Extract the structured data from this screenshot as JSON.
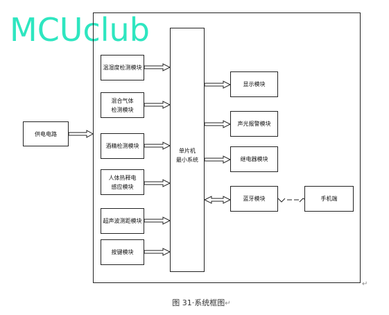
{
  "watermark": "MCUclub",
  "power": "供电电路",
  "mcu": {
    "line1": "单片机",
    "line2": "最小系统"
  },
  "inputs": [
    {
      "lines": [
        "温湿度检测模块"
      ]
    },
    {
      "lines": [
        "混合气体",
        "检测模块"
      ]
    },
    {
      "lines": [
        "酒精检测模块"
      ]
    },
    {
      "lines": [
        "人体热释电",
        "感应模块"
      ]
    },
    {
      "lines": [
        "超声波测距模块"
      ]
    },
    {
      "lines": [
        "按键模块"
      ]
    }
  ],
  "outputs": [
    {
      "lines": [
        "显示模块"
      ]
    },
    {
      "lines": [
        "声光报警模块"
      ]
    },
    {
      "lines": [
        "继电器模块"
      ]
    },
    {
      "lines": [
        "蓝牙模块"
      ]
    }
  ],
  "phone": "手机端",
  "caption": "图 31·系统框图",
  "para_mark": "↵"
}
